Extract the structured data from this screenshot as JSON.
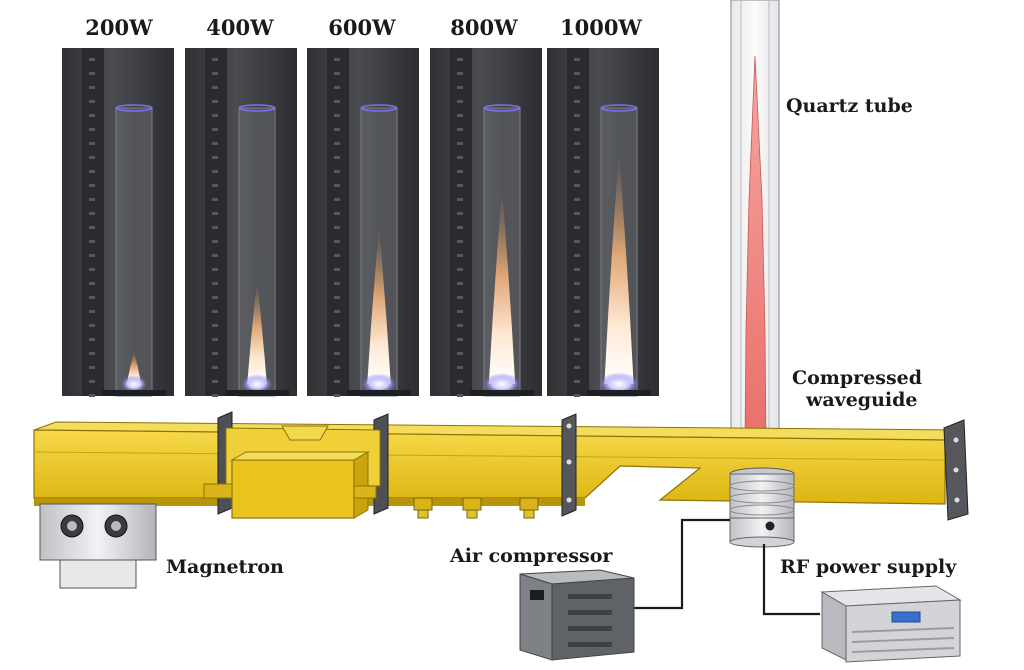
{
  "power_labels": [
    "200W",
    "400W",
    "600W",
    "800W",
    "1000W"
  ],
  "flame_levels": [
    0.12,
    0.38,
    0.58,
    0.72,
    0.86
  ],
  "labels": {
    "quartz_tube": "Quartz tube",
    "compressed_1": "Compressed",
    "compressed_2": "waveguide",
    "magnetron": "Magnetron",
    "air_compressor": "Air compressor",
    "rf_power_supply": "RF power supply"
  },
  "colors": {
    "waveguide": "#e6c21a",
    "waveguide_dark": "#a88a08",
    "plasma": "#f0807a",
    "panel_bg": "#3d3f43"
  }
}
